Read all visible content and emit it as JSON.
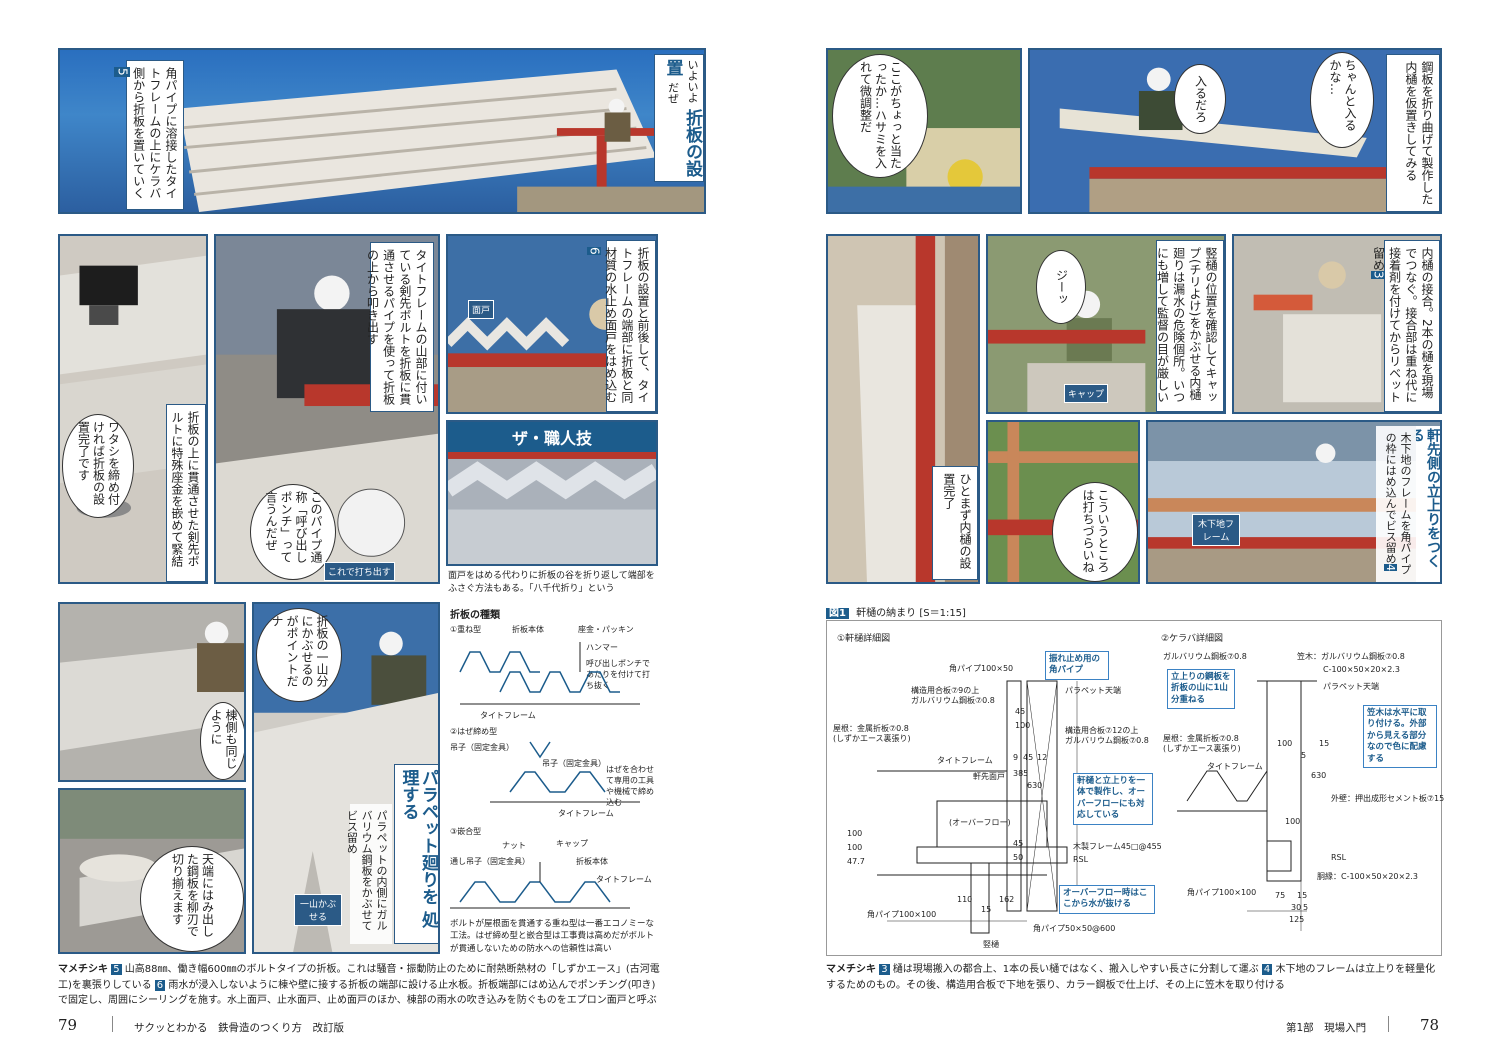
{
  "left_page": {
    "photo1": {
      "caption": "角パイプに溶接したタイトフレームの上にケラバ側から折板を置いていく",
      "caption_num": "5",
      "headline_line1": "いよいよ",
      "headline_line2": "折板の設置",
      "headline_line3": "だぜ"
    },
    "photo2": {
      "caption": "折板の上に貫通させた剣先ボルトに特殊座金を嵌めて緊結",
      "bubble": "ワタシを締め付ければ折板の設置完了です"
    },
    "photo3": {
      "caption": "タイトフレームの山部に付いている剣先ボルトを折板に貫通させるパイプを使って折板の上から叩き出す"
    },
    "photo4": {
      "caption": "折板の設置と前後して、タイトフレームの端部に折板と同材質の水止め面戸をはめ込む",
      "caption_num": "6",
      "tag": "面戸"
    },
    "photo5": {
      "bubble": "このパイプ通称「呼び出しポンチ」って言うんだぜ",
      "tag": "これで打ち出す"
    },
    "photo6": {
      "banner": "ザ・職人技",
      "note": "面戸をはめる代わりに折板の谷を折り返して端部をふさぐ方法もある。「八千代折り」という"
    },
    "photo7": {
      "bubble": "棟側も同じように"
    },
    "photo8": {
      "bubble": "折板の一山分にかぶせるのがポイントだナ",
      "headline_line1": "パラペット廻りを",
      "headline_line2": "処理する",
      "caption": "パラペットの内側にガルバリウム鋼板をかぶせてビス留め",
      "tag": "一山かぶせる"
    },
    "photo9": {
      "bubble": "天端にはみ出した鋼板を柳刃で切り揃えます"
    },
    "types_diagram": {
      "title": "折板の種類",
      "type1": "①重ね型",
      "type1_labels": [
        "折板本体",
        "座金・パッキン",
        "ハンマー",
        "呼び出しポンチであたりを付けて打ち抜く",
        "タイトフレーム"
      ],
      "type2": "②はぜ締め型",
      "type2_labels": [
        "吊子（固定金具）",
        "吊子（固定金具）",
        "はぜを合わせて専用の工具や機械で締め込む",
        "タイトフレーム"
      ],
      "type3": "③嵌合型",
      "type3_labels": [
        "ナット",
        "キャップ",
        "通し吊子（固定金具）",
        "折板本体",
        "タイトフレーム"
      ],
      "note": "ボルトが屋根面を貫通する重ね型は一番エコノミーな工法。はぜ締め型と嵌合型は工事費は高めだがボルトが貫通しないための防水への信頼性は高い"
    },
    "mamechishiki_label": "マメチシキ",
    "mamechishiki_num": "5",
    "mamechishiki": "山高88㎜、働き幅600㎜のボルトタイプの折板。これは騒音・振動防止のために耐熱断熱材の「しずかエース」(古河電工)を裏張りしている",
    "mamechishiki_num2": "6",
    "mamechishiki2": "雨水が浸入しないように棟や壁に接する折板の端部に設ける止水板。折板端部にはめ込んでポンチング(叩き)で固定し、周囲にシーリングを施す。水上面戸、止水面戸、止め面戸のほか、棟部の雨水の吹き込みを防ぐものをエプロン面戸と呼ぶ",
    "page_num": "79",
    "running_title": "サクッとわかる　鉄骨造のつくり方　改訂版"
  },
  "right_page": {
    "photoA": {
      "bubble": "ここがちょっと当たったか…ハサミを入れて微調整だ"
    },
    "photoB": {
      "bubble1": "ちゃんと入るかな…",
      "bubble2": "入るだろ",
      "caption": "鋼板を折り曲げて製作した内樋を仮置きしてみる"
    },
    "photoC": {
      "bubble": "ひとまず内樋の設置完了"
    },
    "photoD": {
      "bubble": "ジーッ",
      "caption": "竪樋の位置を確認してキャップ(チリよけ)をかぶせる内樋廻りは漏水の危険個所。いつにも増して監督の目が厳しい",
      "tag": "キャップ"
    },
    "photoE": {
      "caption": "内樋の接合。2本の樋を現場でつなぐ。接合部は重ね代に接着剤を付けてからリベット留め",
      "caption_num": "3"
    },
    "photoF": {
      "bubble": "こういうところは打ちづらいね"
    },
    "photoG": {
      "headline_line1": "軒先側の立上りをつくる",
      "caption": "木下地のフレームを角パイプの枠にはめ込んでビス留め",
      "caption_num": "4",
      "tag": "木下地フレーム"
    },
    "figure": {
      "fig_label": "図1",
      "fig_title": "軒樋の納まり",
      "fig_scale": "[S＝1:15]",
      "sub1_title": "①軒樋詳細図",
      "sub1_labels": {
        "a": "角パイプ100×50",
        "b": "構造用合板⑦9の上",
        "c": "ガルバリウム鋼板⑦0.8",
        "d": "屋根：金属折板⑦0.8",
        "e": "(しずかエース裏張り)",
        "f": "タイトフレーム",
        "g": "軒先面戸",
        "h": "パラペット天端",
        "i": "構造用合板⑦12の上",
        "j": "ガルバリウム鋼板⑦0.8",
        "k": "木製フレーム45□@455",
        "l": "RSL",
        "m": "角パイプ100×100",
        "n": "角パイプ50×50@600",
        "o": "竪樋",
        "p": "(オーバーフロー)"
      },
      "sub1_dims": [
        "45",
        "100",
        "9",
        "45",
        "12",
        "385",
        "630",
        "50",
        "45",
        "100",
        "47.7",
        "100",
        "110",
        "162",
        "15"
      ],
      "sub1_blue": [
        "振れ止め用の角パイプ",
        "軒樋と立上りを一体で製作し、オーバーフローにも対応している",
        "オーバーフロー時はここから水が抜ける"
      ],
      "sub2_title": "②ケラバ詳細図",
      "sub2_labels": {
        "a": "ガルバリウム鋼板⑦0.8",
        "b": "笠木：ガルバリウム鋼板⑦0.8",
        "c": "C-100×50×20×2.3",
        "d": "パラペット天端",
        "e": "屋根：金属折板⑦0.8",
        "f": "(しずかエース裏張り)",
        "g": "タイトフレーム",
        "h": "外壁：押出成形セメント板⑦15",
        "i": "RSL",
        "j": "胴縁：C-100×50×20×2.3",
        "k": "角パイプ100×100"
      },
      "sub2_dims": [
        "100",
        "15",
        "5",
        "630",
        "100",
        "75",
        "15",
        "30",
        "5",
        "125"
      ],
      "sub2_blue": [
        "立上りの鋼板を折板の山に1山分重ねる",
        "笠木は水平に取り付ける。外部から見える部分なので色に配慮する"
      ]
    },
    "mamechishiki_label": "マメチシキ",
    "mamechishiki_num": "3",
    "mamechishiki": "樋は現場搬入の都合上、1本の長い樋ではなく、搬入しやすい長さに分割して運ぶ",
    "mamechishiki_num2": "4",
    "mamechishiki2": "木下地のフレームは立上りを軽量化するためのもの。その後、構造用合板で下地を張り、カラー鋼板で仕上げ、その上に笠木を取り付ける",
    "page_num": "78",
    "running_title": "第1部　現場入門"
  },
  "colors": {
    "accent": "#1c5c8c",
    "frame": "#2b5a86",
    "steel_red": "#b8372c",
    "sky_blue": "#3b82c4"
  }
}
